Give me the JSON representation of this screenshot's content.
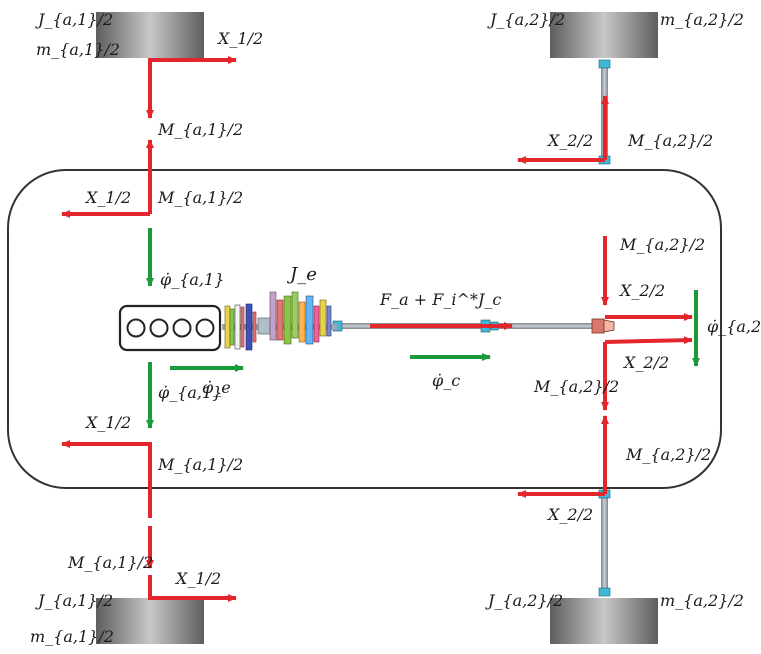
{
  "colors": {
    "force": "#e3262b",
    "rotation": "#1a9a3a",
    "body_outline": "#333333",
    "wheel_light": "#c2c2c2",
    "wheel_dark": "#5a5a5a",
    "shaft": "#9fa6ad",
    "joint": "#3fb7d9"
  },
  "labels": {
    "J_a1_top": "J_{a,1}/2",
    "m_a1_top": "m_{a,1}/2",
    "X1_top": "X_1/2",
    "M_a1_upper_out": "M_{a,1}/2",
    "X1_upper_in": "X_1/2",
    "M_a1_upper_in": "M_{a,1}/2",
    "phi_a1_upper": "φ̇_{a,1}",
    "phi_a1_lower": "φ̇_{a,1}",
    "phi_e": "φ̇_e",
    "J_e": "J_e",
    "F_sum": "F_a + F_i^*",
    "J_c": "J_c",
    "phi_c": "φ̇_c",
    "X1_lower_in": "X_1/2",
    "M_a1_lower_in": "M_{a,1}/2",
    "M_a1_lower_out": "M_{a,1}/2",
    "X1_bottom": "X_1/2",
    "J_a1_bottom": "J_{a,1}/2",
    "m_a1_bottom": "m_{a,1}/2",
    "J_a2_top": "J_{a,2}/2",
    "m_a2_top": "m_{a,2}/2",
    "X2_top_out": "X_2/2",
    "M_a2_top_out": "M_{a,2}/2",
    "M_a2_in_upper": "M_{a,2}/2",
    "X2_in_upper": "X_2/2",
    "X2_in_lower": "X_2/2",
    "phi_a2": "φ̇_{a,2}",
    "M_a2_in_lower": "M_{a,2}/2",
    "M_a2_out_lower": "M_{a,2}/2",
    "X2_bottom_out": "X_2/2",
    "J_a2_bottom": "J_{a,2}/2",
    "m_a2_bottom": "m_{a,2}/2"
  }
}
